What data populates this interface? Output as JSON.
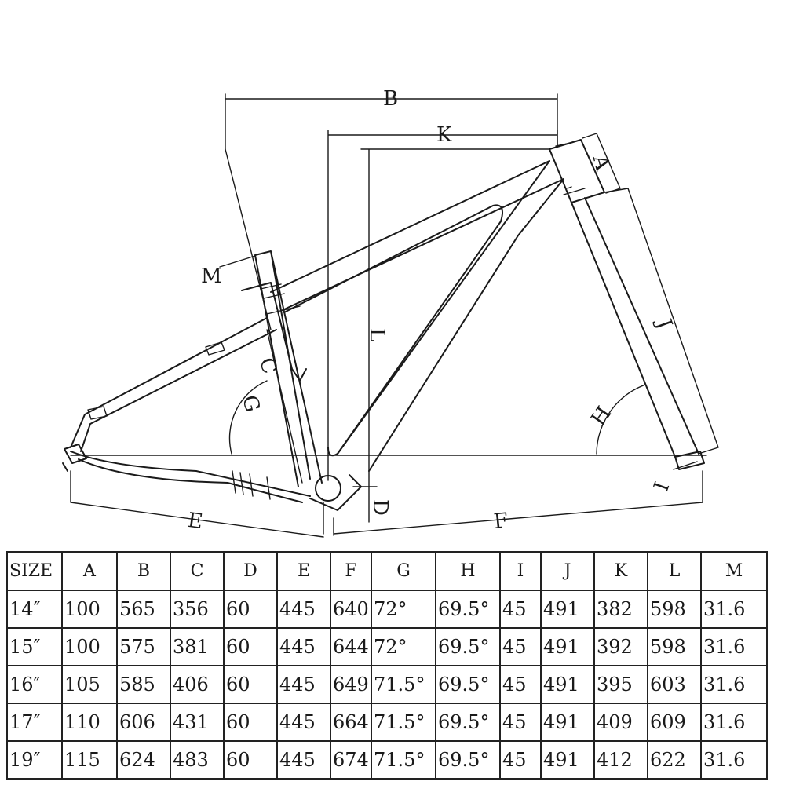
{
  "diagram": {
    "labels": {
      "A": "A",
      "B": "B",
      "C": "C",
      "D": "D",
      "E": "E",
      "F": "F",
      "G": "G",
      "H": "H",
      "I": "I",
      "J": "J",
      "K": "K",
      "L": "L",
      "M": "M"
    }
  },
  "table": {
    "headers": [
      "SIZE",
      "A",
      "B",
      "C",
      "D",
      "E",
      "F",
      "G",
      "H",
      "I",
      "J",
      "K",
      "L",
      "M"
    ],
    "rows": [
      [
        "14″",
        "100",
        "565",
        "356",
        "60",
        "445",
        "640",
        "72°",
        "69.5°",
        "45",
        "491",
        "382",
        "598",
        "31.6"
      ],
      [
        "15″",
        "100",
        "575",
        "381",
        "60",
        "445",
        "644",
        "72°",
        "69.5°",
        "45",
        "491",
        "392",
        "598",
        "31.6"
      ],
      [
        "16″",
        "105",
        "585",
        "406",
        "60",
        "445",
        "649",
        "71.5°",
        "69.5°",
        "45",
        "491",
        "395",
        "603",
        "31.6"
      ],
      [
        "17″",
        "110",
        "606",
        "431",
        "60",
        "445",
        "664",
        "71.5°",
        "69.5°",
        "45",
        "491",
        "409",
        "609",
        "31.6"
      ],
      [
        "19″",
        "115",
        "624",
        "483",
        "60",
        "445",
        "674",
        "71.5°",
        "69.5°",
        "45",
        "491",
        "412",
        "622",
        "31.6"
      ]
    ]
  }
}
